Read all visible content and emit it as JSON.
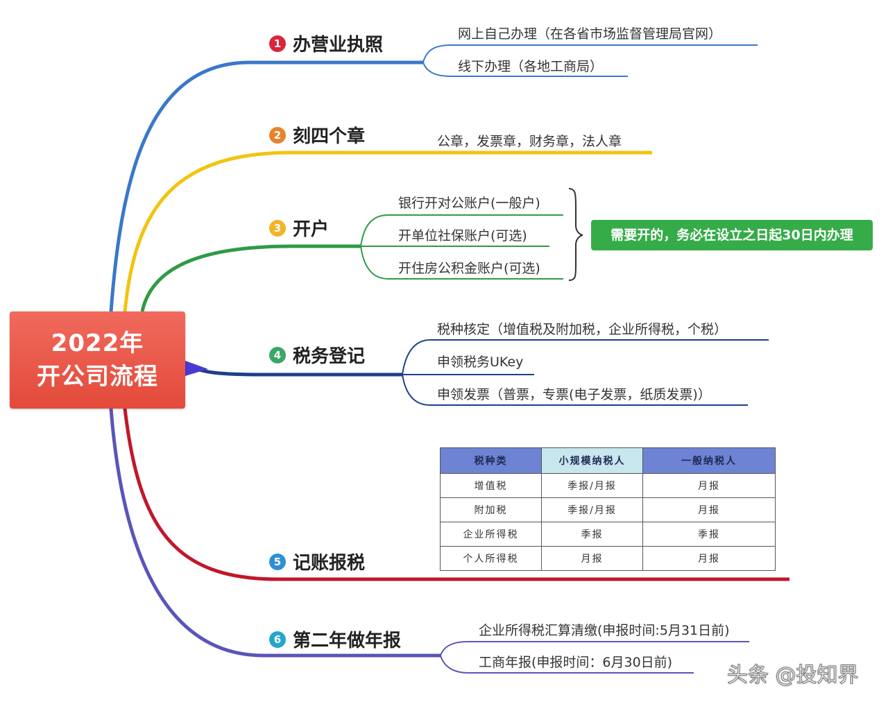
{
  "root": {
    "line1": "2022年",
    "line2": "开公司流程",
    "color": "#e34a3a"
  },
  "branches": [
    {
      "num": "1",
      "label": "办营业执照",
      "color": "#3a78c8",
      "badge_color": "#d9263a",
      "leaves": [
        "网上自己办理（在各省市场监督管理局官网）",
        "线下办理（各地工商局）"
      ]
    },
    {
      "num": "2",
      "label": "刻四个章",
      "color": "#f1c40f",
      "badge_color": "#e8832b",
      "leaves": [
        "公章，发票章，财务章，法人章"
      ]
    },
    {
      "num": "3",
      "label": "开户",
      "color": "#2e9b45",
      "badge_color": "#f3b32a",
      "leaves": [
        "银行开对公账户(一般户)",
        "开单位社保账户(可选)",
        "开住房公积金账户(可选)"
      ],
      "note": "需要开的，务必在设立之日起30日内办理",
      "note_color": "#35ac48"
    },
    {
      "num": "4",
      "label": "税务登记",
      "color": "#1e3e8a",
      "badge_color": "#38a866",
      "leaves": [
        "税种核定（增值税及附加税，企业所得税，个税）",
        "申领税务UKey",
        "申领发票（普票，专票(电子发票，纸质发票)）"
      ]
    },
    {
      "num": "5",
      "label": "记账报税",
      "color": "#c0182a",
      "badge_color": "#2f8fd6",
      "table": {
        "headers": [
          "税种类",
          "小规模纳税人",
          "一般纳税人"
        ],
        "header_colors": [
          "#6e83d4",
          "#c7e6ee",
          "#6e83d4"
        ],
        "rows": [
          [
            "增值税",
            "季报/月报",
            "月报"
          ],
          [
            "附加税",
            "季报/月报",
            "月报"
          ],
          [
            "企业所得税",
            "季报",
            "季报"
          ],
          [
            "个人所得税",
            "月报",
            "月报"
          ]
        ]
      }
    },
    {
      "num": "6",
      "label": "第二年做年报",
      "color": "#4a4aa8",
      "badge_color": "#26a6c9",
      "leaves": [
        "企业所得税汇算清缴(申报时间:5月31日前)",
        "工商年报(申报时间：6月30日前)"
      ]
    }
  ],
  "watermark": "头条 @投知界"
}
